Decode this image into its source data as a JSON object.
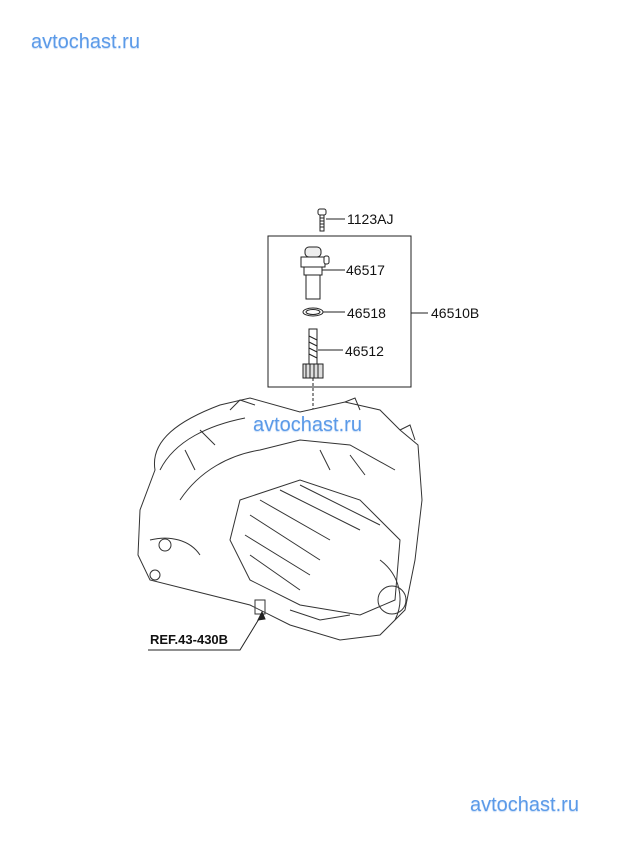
{
  "watermarks": {
    "top_left": "avtochast.ru",
    "center": "avtochast.ru",
    "bottom_right": "avtochast.ru"
  },
  "parts": {
    "bolt": "1123AJ",
    "sensor": "46517",
    "o_ring": "46518",
    "driven_gear": "46512",
    "assembly": "46510B"
  },
  "reference": "REF.43-430B",
  "colors": {
    "watermark": "#5b9ae8",
    "line": "#222222"
  }
}
